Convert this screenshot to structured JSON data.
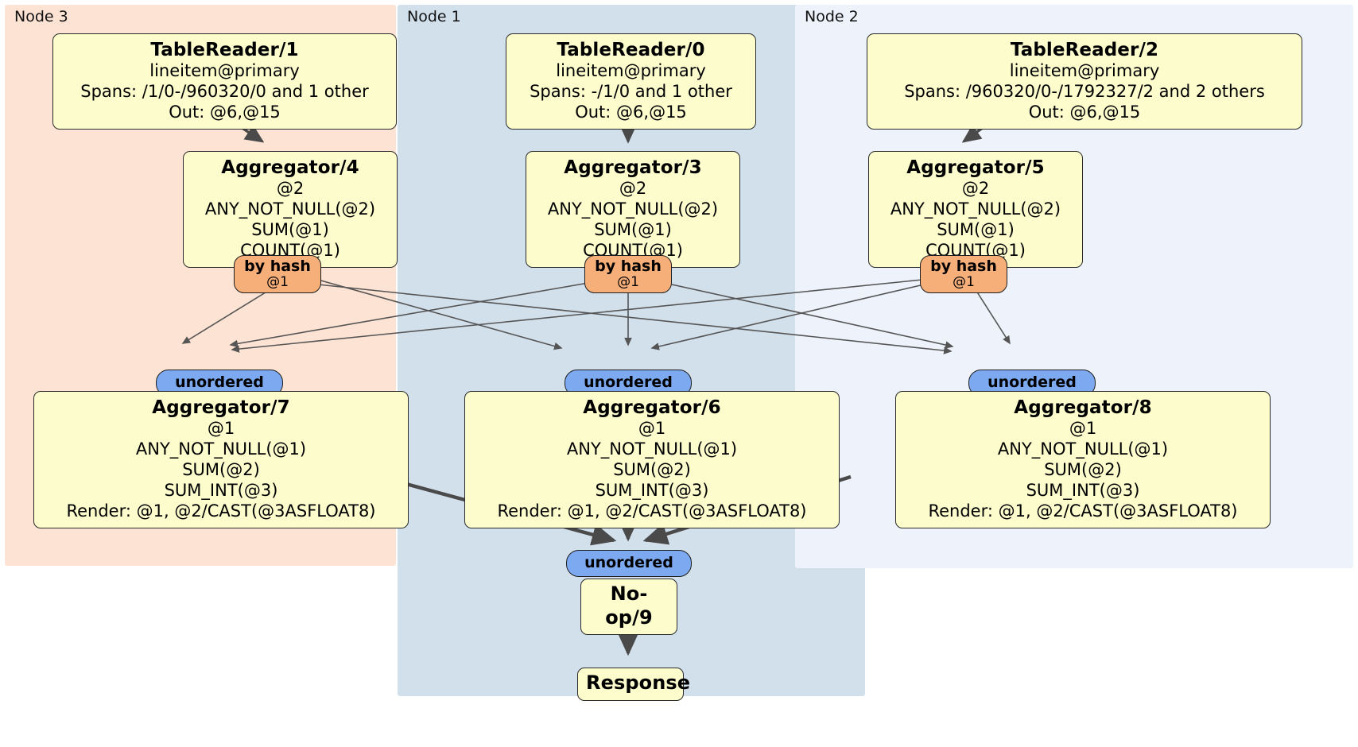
{
  "diagram": {
    "type": "distributed-query-plan",
    "colors": {
      "node3_bg": "#FDE3D3",
      "node1_bg": "#D2E0EC",
      "node2_bg": "#EDF2FB",
      "processor_bg": "#FCFCCD",
      "hash_router_bg": "#F7AF79",
      "unordered_synchronizer_bg": "#7CA9F0",
      "edge": "#4A4A4A",
      "thin_edge": "#555555"
    },
    "regions": [
      {
        "id": "node3",
        "label": "Node 3"
      },
      {
        "id": "node1",
        "label": "Node 1"
      },
      {
        "id": "node2",
        "label": "Node 2"
      }
    ]
  },
  "processors": {
    "table_reader_1": {
      "title": "TableReader/1",
      "lines": [
        "lineitem@primary",
        "Spans: /1/0-/960320/0 and 1 other",
        "Out: @6,@15"
      ]
    },
    "table_reader_0": {
      "title": "TableReader/0",
      "lines": [
        "lineitem@primary",
        "Spans: -/1/0 and 1 other",
        "Out: @6,@15"
      ]
    },
    "table_reader_2": {
      "title": "TableReader/2",
      "lines": [
        "lineitem@primary",
        "Spans: /960320/0-/1792327/2 and 2 others",
        "Out: @6,@15"
      ]
    },
    "aggregator_4": {
      "title": "Aggregator/4",
      "lines": [
        "@2",
        "ANY_NOT_NULL(@2)",
        "SUM(@1)",
        "COUNT(@1)"
      ]
    },
    "aggregator_3": {
      "title": "Aggregator/3",
      "lines": [
        "@2",
        "ANY_NOT_NULL(@2)",
        "SUM(@1)",
        "COUNT(@1)"
      ]
    },
    "aggregator_5": {
      "title": "Aggregator/5",
      "lines": [
        "@2",
        "ANY_NOT_NULL(@2)",
        "SUM(@1)",
        "COUNT(@1)"
      ]
    },
    "aggregator_7": {
      "title": "Aggregator/7",
      "lines": [
        "@1",
        "ANY_NOT_NULL(@1)",
        "SUM(@2)",
        "SUM_INT(@3)",
        "Render: @1, @2/CAST(@3ASFLOAT8)"
      ]
    },
    "aggregator_6": {
      "title": "Aggregator/6",
      "lines": [
        "@1",
        "ANY_NOT_NULL(@1)",
        "SUM(@2)",
        "SUM_INT(@3)",
        "Render: @1, @2/CAST(@3ASFLOAT8)"
      ]
    },
    "aggregator_8": {
      "title": "Aggregator/8",
      "lines": [
        "@1",
        "ANY_NOT_NULL(@1)",
        "SUM(@2)",
        "SUM_INT(@3)",
        "Render: @1, @2/CAST(@3ASFLOAT8)"
      ]
    },
    "noop_9": {
      "title": "No-op/9",
      "lines": []
    },
    "response": {
      "title": "Response",
      "lines": []
    }
  },
  "routers": {
    "hash_left": {
      "label": "by hash",
      "sub": "@1"
    },
    "hash_mid": {
      "label": "by hash",
      "sub": "@1"
    },
    "hash_right": {
      "label": "by hash",
      "sub": "@1"
    }
  },
  "synchronizers": {
    "unordered_left": {
      "label": "unordered"
    },
    "unordered_mid": {
      "label": "unordered"
    },
    "unordered_right": {
      "label": "unordered"
    },
    "unordered_final": {
      "label": "unordered"
    }
  }
}
